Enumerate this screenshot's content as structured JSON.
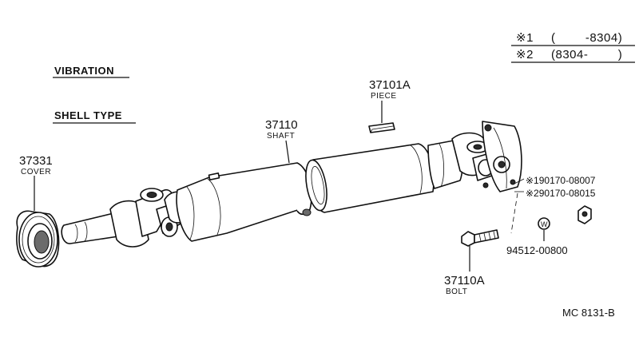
{
  "header": {
    "vibration": "VIBRATION",
    "shell_type": "SHELL TYPE"
  },
  "legend": {
    "row1_mark": "※1",
    "row1_range": "(        -8304)",
    "row2_mark": "※2",
    "row2_range": "(8304-        )"
  },
  "parts": {
    "cover_number": "37331",
    "cover_name": "COVER",
    "shaft_number": "37110",
    "shaft_name": "SHAFT",
    "piece_number": "37101A",
    "piece_name": "PIECE",
    "nut1_number": "※190170-08007",
    "nut2_number": "※290170-08015",
    "washer_number": "94512-00800",
    "bolt_number": "37110A",
    "bolt_name": "BOLT"
  },
  "footer": {
    "drawing_code": "MC 8131-B"
  }
}
